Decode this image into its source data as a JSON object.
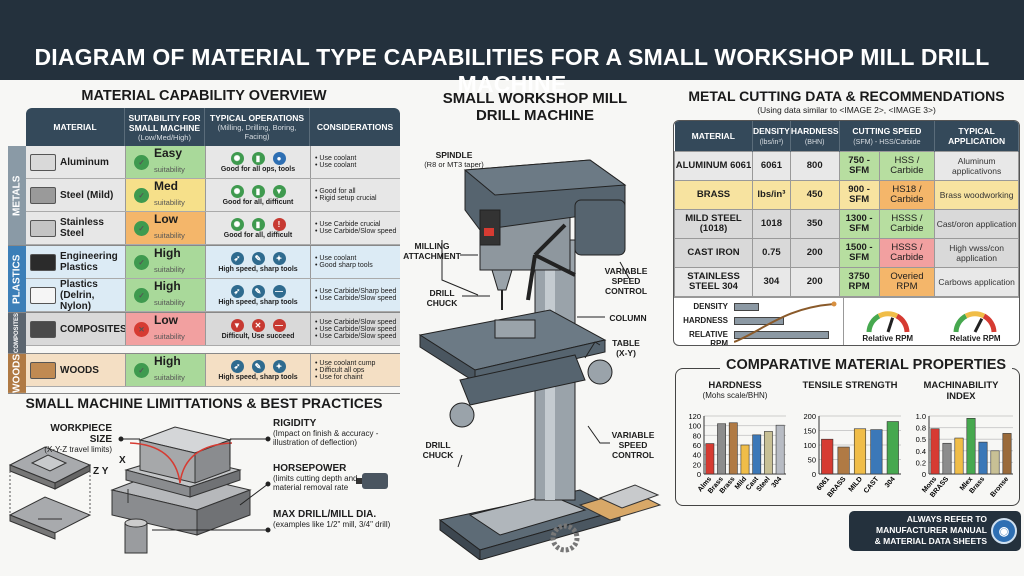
{
  "header": {
    "title": "DIAGRAM OF MATERIAL TYPE CAPABILITIES FOR A SMALL WORKSHOP MILL DRILL MACHINE"
  },
  "overview": {
    "title": "MATERIAL CAPABILITY OVERVIEW",
    "columns": [
      {
        "label": "MATERIAL",
        "sub": ""
      },
      {
        "label": "SUITABILITY FOR SMALL MACHINE",
        "sub": "(Low/Med/High)"
      },
      {
        "label": "TYPICAL OPERATIONS",
        "sub": "(Milling, Drilling, Boring, Facing)"
      },
      {
        "label": "CONSIDERATIONS",
        "sub": ""
      }
    ],
    "groups": [
      {
        "label": "METALS",
        "color": "#8a9aa6",
        "rows": [
          {
            "material": "Aluminum",
            "block_color": "#d9d9d9",
            "rating": "Easy",
            "rating_sub": "suitability",
            "ok": true,
            "bg": "#e7e7e7",
            "suit_bg": "#a9d99a",
            "ops_icons": [
              "gear-icon",
              "endmill-icon",
              "coolant-drop-icon"
            ],
            "ops_colors": [
              "#3f9a4f",
              "#3f9a4f",
              "#2e6fb3"
            ],
            "ops_text": "Good for all ops, tools",
            "considerations": [
              "• Use coolant",
              "• Use coolant"
            ]
          },
          {
            "material": "Steel (Mild)",
            "block_color": "#9a9a9a",
            "rating": "Med",
            "rating_sub": "suitability",
            "ok": true,
            "bg": "#e7e7e7",
            "suit_bg": "#f6e08a",
            "ops_icons": [
              "gear-icon",
              "endmill-icon",
              "drill-icon"
            ],
            "ops_colors": [
              "#3f9a4f",
              "#3f9a4f",
              "#3f9a4f"
            ],
            "ops_text": "Good for all, difficunt",
            "considerations": [
              "• Good for all",
              "• Rigid setup crucial"
            ]
          },
          {
            "material": "Stainless Steel",
            "block_color": "#c4c4c4",
            "rating": "Low",
            "rating_sub": "suitability",
            "ok": true,
            "bg": "#e7e7e7",
            "suit_bg": "#f4b66a",
            "ops_icons": [
              "gear-icon",
              "endmill-icon",
              "warning-icon"
            ],
            "ops_colors": [
              "#3f9a4f",
              "#3f9a4f",
              "#c73a32"
            ],
            "ops_text": "Good for all, difficult",
            "considerations": [
              "• Use Carbide crucial",
              "• Use Carbide/Slow speed"
            ]
          }
        ]
      },
      {
        "label": "PLASTICS",
        "color": "#3c7fb8",
        "rows": [
          {
            "material": "Engineering Plastics",
            "block_color": "#2b2b2b",
            "rating": "High",
            "rating_sub": "suitability",
            "ok": true,
            "bg": "#dcebf5",
            "suit_bg": "#a9d99a",
            "ops_icons": [
              "speed-icon",
              "tool-icon",
              "bulb-icon"
            ],
            "ops_colors": [
              "#2f6b8f",
              "#2f6b8f",
              "#2f6b8f"
            ],
            "ops_text": "High speed, sharp tools",
            "considerations": [
              "• Use coolant",
              "• Good sharp tools"
            ]
          },
          {
            "material": "Plastics (Delrin, Nylon)",
            "block_color": "#f5f5f5",
            "rating": "High",
            "rating_sub": "suitability",
            "ok": true,
            "bg": "#dcebf5",
            "suit_bg": "#a9d99a",
            "ops_icons": [
              "speed-icon",
              "tool-icon",
              "minus-icon"
            ],
            "ops_colors": [
              "#2f6b8f",
              "#2f6b8f",
              "#2f6b8f"
            ],
            "ops_text": "High speed, sharp tools",
            "considerations": [
              "• Use Carbide/Sharp beed",
              "• Use Carbide/Slow speed"
            ]
          }
        ]
      },
      {
        "label": "COMPOSITES",
        "color": "#5c6670",
        "rows": [
          {
            "material": "COMPOSITES",
            "block_color": "#4a4a4a",
            "rating": "Low",
            "rating_sub": "suitability",
            "ok": false,
            "bg": "#d9d9d9",
            "suit_bg": "#f2a0a0",
            "ops_icons": [
              "drill-icon",
              "close-icon",
              "minus-icon"
            ],
            "ops_colors": [
              "#c73a32",
              "#c73a32",
              "#c73a32"
            ],
            "ops_text": "Difficult, Use succeed",
            "considerations": [
              "• Use Carbide/Slow speed",
              "• Use Carbide/Slow speed",
              "• Use Carbide/Slow speed"
            ]
          }
        ]
      },
      {
        "label": "WOODS",
        "color": "#b07a44",
        "rows": [
          {
            "material": "WOODS",
            "block_color": "#c08a52",
            "rating": "High",
            "rating_sub": "suitability",
            "ok": true,
            "bg": "#f4dfc4",
            "suit_bg": "#a9d99a",
            "ops_icons": [
              "speed-icon",
              "tool-icon",
              "bulb-icon"
            ],
            "ops_colors": [
              "#2f6b8f",
              "#2f6b8f",
              "#2f6b8f"
            ],
            "ops_text": "High speed, sharp tools",
            "considerations": [
              "• Use coolant cump",
              "• Difficult all ops",
              "• Use for chaint"
            ]
          }
        ]
      }
    ]
  },
  "limits": {
    "title": "SMALL MACHINE LIMITTATIONS & BEST PRACTICES",
    "workpiece": {
      "label": "WORKPIECE SIZE",
      "sub": "(X-Y-Z travel limits)"
    },
    "axis_x": "X",
    "axis_zy": "Z Y",
    "rigidity": {
      "label": "RIGIDITY",
      "sub": "(Impact on finish & accuracy - illustration of deflection)"
    },
    "horsepower": {
      "label": "HORSEPOWER",
      "sub": "(limits cutting depth and material removal rate"
    },
    "maxdia": {
      "label": "MAX DRILL/MILL DIA.",
      "sub": "(examples like 1/2\" mill, 3/4\" drill)"
    }
  },
  "machine": {
    "title_line1": "SMALL WORKSHOP MILL",
    "title_line2": "DRILL MACHINE",
    "spindle": {
      "label": "SPINDLE",
      "sub": "(R8 or MT3 taper)"
    },
    "milling": [
      "MILLING",
      "ATTACHMENT"
    ],
    "chuck1": [
      "DRILL",
      "CHUCK"
    ],
    "vsc1": [
      "VARIABLE",
      "SPEED",
      "CONTROL"
    ],
    "column": "COLUMN",
    "table": [
      "TABLE",
      "(X-Y)"
    ],
    "vsc2": [
      "VARIABLE",
      "SPEED",
      "CONTROL"
    ],
    "chuck2": [
      "DRILL",
      "CHUCK"
    ],
    "body_color": "#56646f"
  },
  "cutting": {
    "title": "METAL CUTTING DATA & RECOMMENDATIONS",
    "subtitle": "(Using data similar to <IMAGE 2>, <IMAGE 3>)",
    "columns": [
      {
        "label": "MATERIAL",
        "sub": ""
      },
      {
        "label": "DENSITY",
        "sub": "(lbs/in³)"
      },
      {
        "label": "HARDNESS",
        "sub": "(BHN)"
      },
      {
        "label": "CUTTING SPEED",
        "sub": "(SFM) - HSS/Carbide"
      },
      {
        "label": "TYPICAL APPLICATION",
        "sub": ""
      }
    ],
    "rows": [
      {
        "material": "ALUMINUM 6061",
        "density": "6061",
        "hardness": "800",
        "speed": "750 - SFM",
        "tool": "HSS / Carbide",
        "application": "Aluminum applicativons",
        "bg": "#e8e8e8",
        "speed_bg": "#b7dea0",
        "tool_bg": "#b7dea0"
      },
      {
        "material": "BRASS",
        "density": "lbs/in³",
        "hardness": "450",
        "speed": "900 - SFM",
        "tool": "HS18 / Carbide",
        "application": "Brass woodworking",
        "bg": "#f7e3a0",
        "speed_bg": "#f7e3a0",
        "tool_bg": "#f4b66a"
      },
      {
        "material": "MILD STEEL (1018)",
        "density": "1018",
        "hardness": "350",
        "speed": "1300 - SFM",
        "tool": "HSSS / Carbide",
        "application": "Cast/oron application",
        "bg": "#d9d9d9",
        "speed_bg": "#b7dea0",
        "tool_bg": "#b7dea0"
      },
      {
        "material": "CAST IRON",
        "density": "0.75",
        "hardness": "200",
        "speed": "1500 - SFM",
        "tool": "HSSS / Carbide",
        "application": "High vwss/con application",
        "bg": "#d9d9d9",
        "speed_bg": "#b7dea0",
        "tool_bg": "#f2a0a0"
      },
      {
        "material": "STAINLESS STEEL 304",
        "density": "304",
        "hardness": "200",
        "speed": "3750 RPM",
        "tool": "Overied RPM",
        "application": "Carbows application",
        "bg": "#e8e8e8",
        "speed_bg": "#b7dea0",
        "tool_bg": "#f4b66a"
      }
    ],
    "mini_labels": [
      "DENSITY",
      "HARDNESS",
      "RELATIVE RPM"
    ],
    "mini_levels": [
      0.25,
      0.5,
      0.95
    ],
    "gauges": [
      {
        "label": "Relative RPM",
        "level": 0.6
      },
      {
        "label": "Relative RPM",
        "level": 0.65
      }
    ]
  },
  "comparative": {
    "title": "COMPARATIVE MATERIAL PROPERTIES"
  },
  "chart_data": [
    {
      "type": "bar",
      "title": "HARDNESS",
      "subtitle": "(Mohs scale/BHN)",
      "categories": [
        "Alms",
        "Brass",
        "Brass",
        "Mild",
        "Cast",
        "Steel",
        "304"
      ],
      "values": [
        63,
        104,
        106,
        60,
        81,
        88,
        101
      ],
      "colors": [
        "#d63b32",
        "#8c8c8c",
        "#b07a44",
        "#f0bd48",
        "#3b78b8",
        "#c8c095",
        "#b8bcc4"
      ],
      "ylim": [
        0,
        120
      ],
      "ticks": [
        "0",
        "20",
        "40",
        "60",
        "80",
        "100",
        "120"
      ],
      "grid": true
    },
    {
      "type": "bar",
      "title": "TENSILE STRENGTH",
      "subtitle": "",
      "categories": [
        "6061",
        "BRASS",
        "MILD",
        "CAST",
        "304"
      ],
      "values": [
        120,
        93,
        156,
        153,
        181
      ],
      "colors": [
        "#d63b32",
        "#b07a44",
        "#f0bd48",
        "#3b78b8",
        "#46a84f"
      ],
      "ylim": [
        0,
        200
      ],
      "ticks": [
        "0",
        "50",
        "100",
        "150",
        "200"
      ],
      "grid": true
    },
    {
      "type": "bar",
      "title": "MACHINABILITY",
      "subtitle": "INDEX",
      "categories": [
        "Mons",
        "BRASS",
        "",
        "Mlex",
        "Brass",
        "",
        "Bronse"
      ],
      "values": [
        0.78,
        0.53,
        0.62,
        0.96,
        0.55,
        0.4,
        0.7
      ],
      "colors": [
        "#d63b32",
        "#8c8c8c",
        "#f0bd48",
        "#46a84f",
        "#3b78b8",
        "#c8c095",
        "#9a6a3a"
      ],
      "ylim": [
        0,
        1.0
      ],
      "ticks": [
        "0",
        "0.2",
        "0.4",
        "0.5",
        "0.8",
        "1.0"
      ],
      "grid": true
    }
  ],
  "note": {
    "lines": [
      "ALWAYS REFER TO",
      "MANUFACTURER MANUAL",
      "& MATERIAL DATA SHEETS"
    ],
    "icon": "safety-goggles-icon"
  }
}
